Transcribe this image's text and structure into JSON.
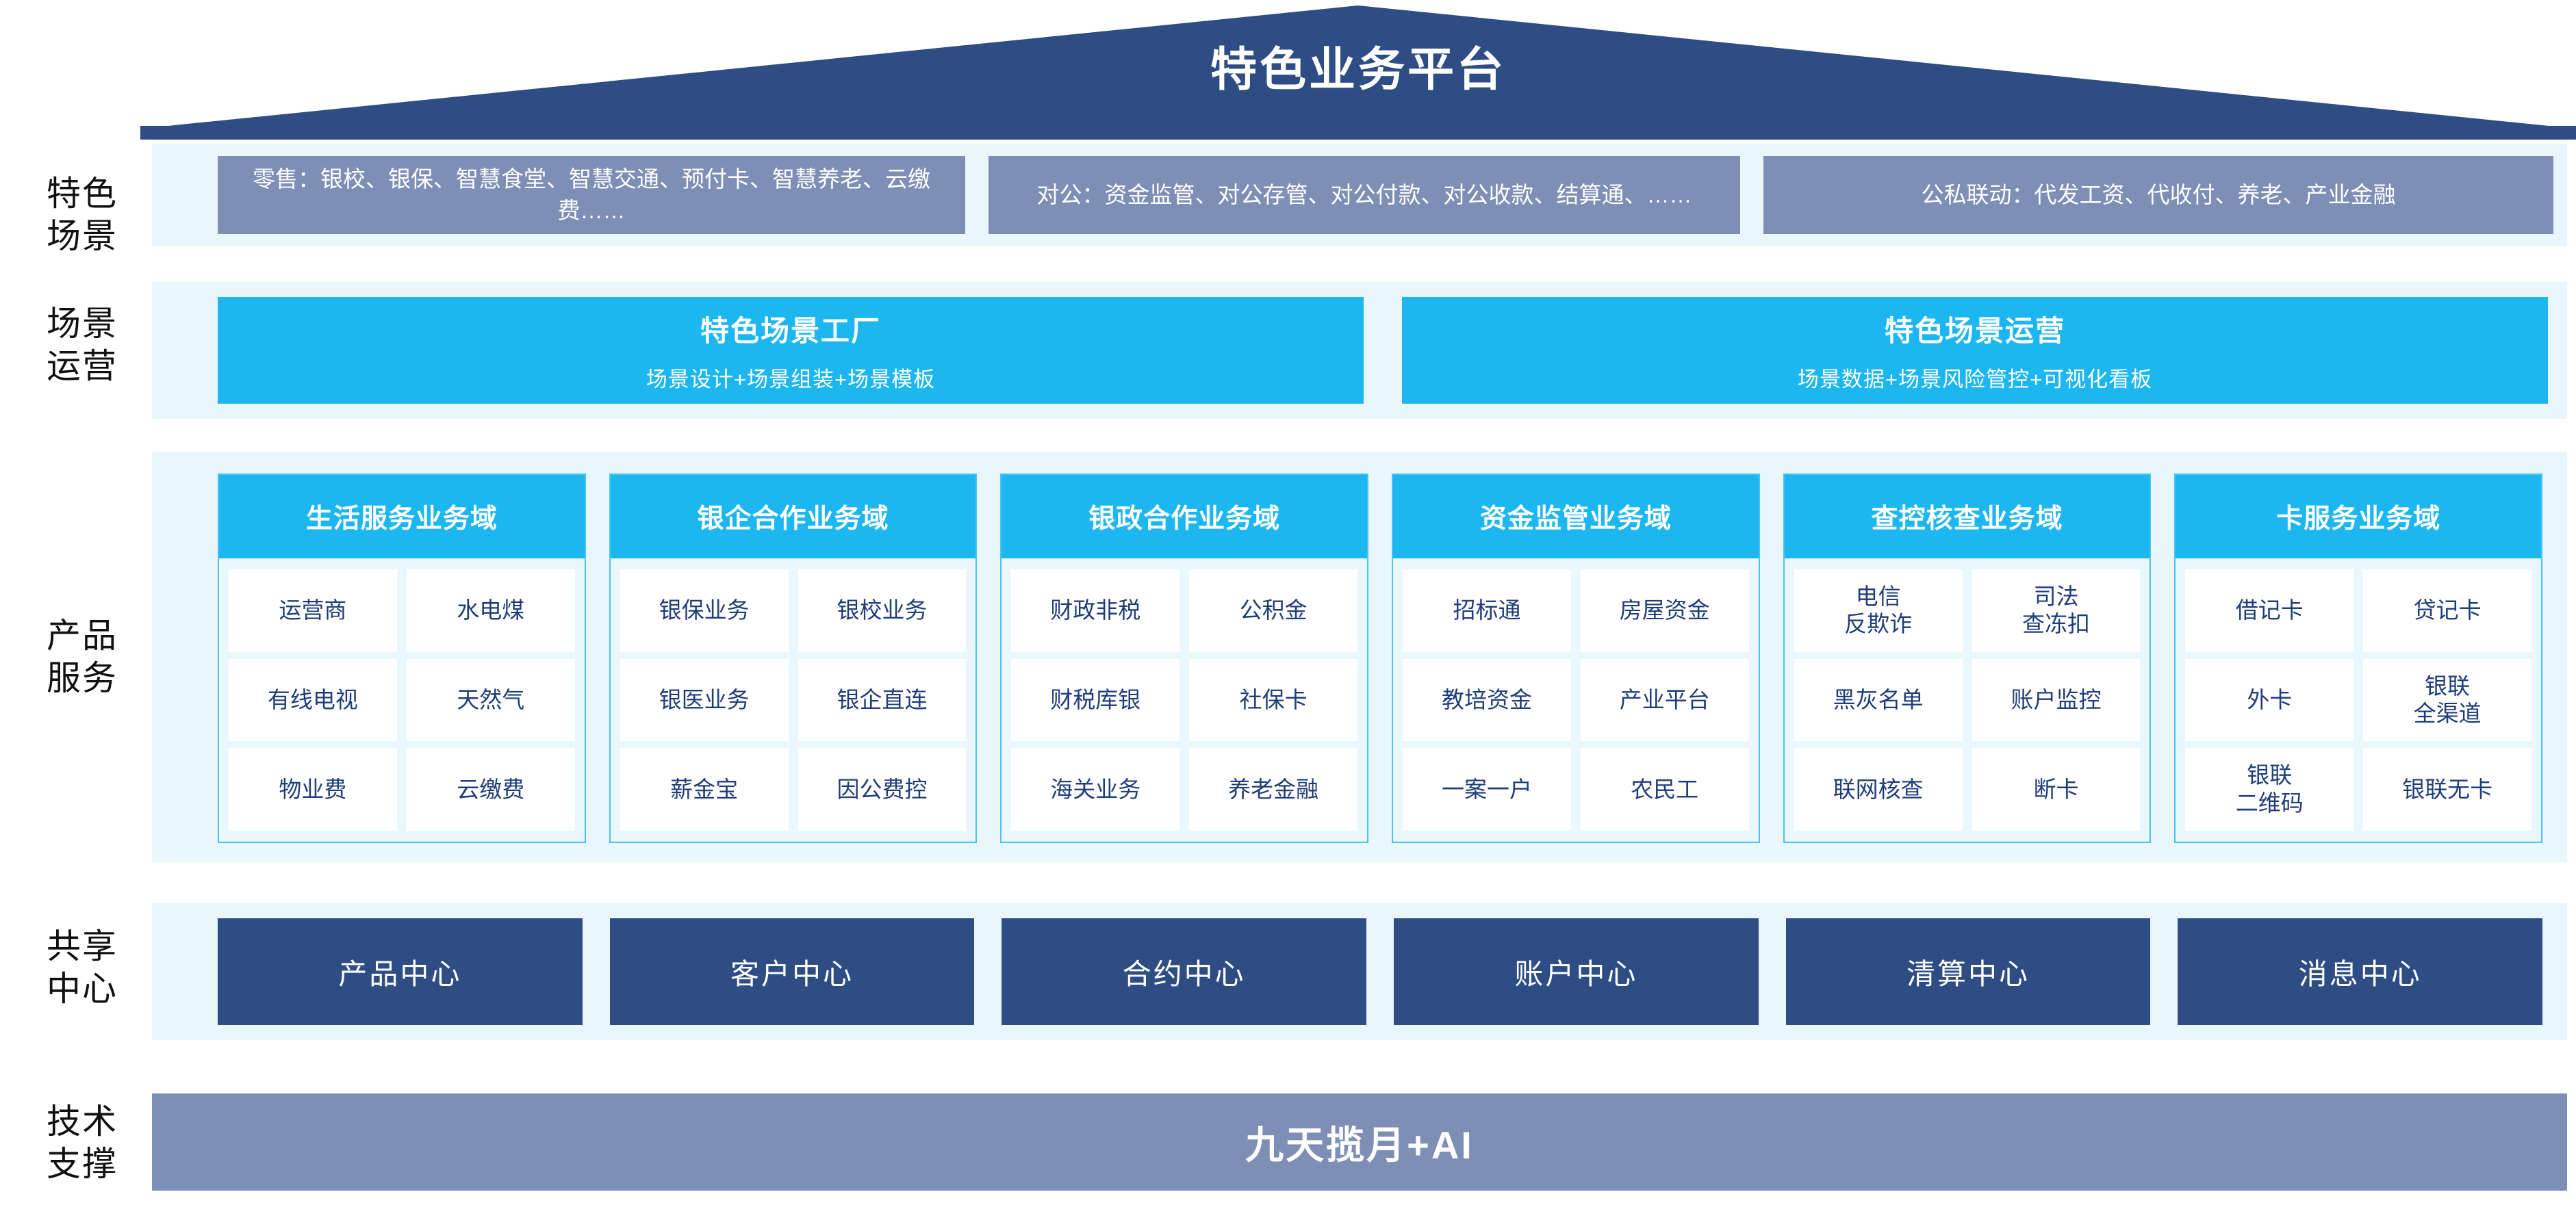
{
  "header": {
    "title": "特色业务平台"
  },
  "colors": {
    "navy": "#2E4D84",
    "cyan": "#1CB6F0",
    "gray_blue": "#7E8FB5",
    "pale_blue_band": "#E9F7FD",
    "cell_text": "#1F3D7A"
  },
  "rows": {
    "scenarios": {
      "label": "特色\n场景",
      "boxes": [
        {
          "name": "retail",
          "text": "零售：银校、银保、智慧食堂、智慧交通、预付卡、智慧养老、云缴费……"
        },
        {
          "name": "corp",
          "text": "对公：资金监管、对公存管、对公付款、对公收款、结算通、……"
        },
        {
          "name": "linkage",
          "text": "公私联动：代发工资、代收付、养老、产业金融"
        }
      ]
    },
    "operations": {
      "label": "场景\n运营",
      "boxes": [
        {
          "title": "特色场景工厂",
          "subtitle": "场景设计+场景组装+场景模板"
        },
        {
          "title": "特色场景运营",
          "subtitle": "场景数据+场景风险管控+可视化看板"
        }
      ]
    },
    "products": {
      "label": "产品\n服务",
      "columns": [
        {
          "header": "生活服务业务域",
          "cells": [
            [
              "运营商",
              "水电煤"
            ],
            [
              "有线电视",
              "天然气"
            ],
            [
              "物业费",
              "云缴费"
            ]
          ]
        },
        {
          "header": "银企合作业务域",
          "cells": [
            [
              "银保业务",
              "银校业务"
            ],
            [
              "银医业务",
              "银企直连"
            ],
            [
              "薪金宝",
              "因公费控"
            ]
          ]
        },
        {
          "header": "银政合作业务域",
          "cells": [
            [
              "财政非税",
              "公积金"
            ],
            [
              "财税库银",
              "社保卡"
            ],
            [
              "海关业务",
              "养老金融"
            ]
          ]
        },
        {
          "header": "资金监管业务域",
          "cells": [
            [
              "招标通",
              "房屋资金"
            ],
            [
              "教培资金",
              "产业平台"
            ],
            [
              "一案一户",
              "农民工"
            ]
          ]
        },
        {
          "header": "查控核查业务域",
          "cells": [
            [
              "电信\n反欺诈",
              "司法\n查冻扣"
            ],
            [
              "黑灰名单",
              "账户监控"
            ],
            [
              "联网核查",
              "断卡"
            ]
          ]
        },
        {
          "header": "卡服务业务域",
          "cells": [
            [
              "借记卡",
              "贷记卡"
            ],
            [
              "外卡",
              "银联\n全渠道"
            ],
            [
              "银联\n二维码",
              "银联无卡"
            ]
          ]
        }
      ]
    },
    "centers": {
      "label": "共享\n中心",
      "boxes": [
        "产品中心",
        "客户中心",
        "合约中心",
        "账户中心",
        "清算中心",
        "消息中心"
      ]
    },
    "tech": {
      "label": "技术\n支撑",
      "title": "九天揽月+AI"
    }
  }
}
